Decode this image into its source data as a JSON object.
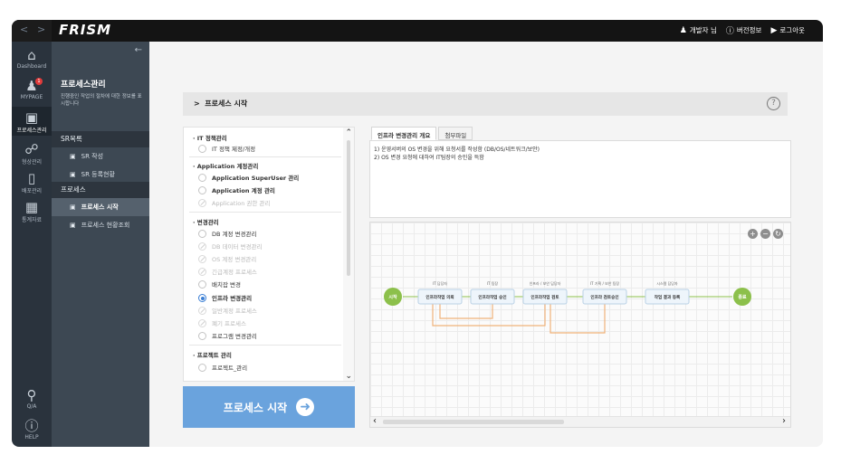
{
  "topbar": {
    "brand": "FRISM",
    "user_label": "개발자 님",
    "version_label": "버전정보",
    "logout_label": "로그아웃"
  },
  "iconbar": {
    "items": [
      {
        "label": "Dashboard",
        "icon": "home-icon"
      },
      {
        "label": "MYPAGE",
        "icon": "user-icon",
        "badge": "1"
      },
      {
        "label": "프로세스관리",
        "icon": "monitor-icon"
      },
      {
        "label": "형상관리",
        "icon": "share-icon"
      },
      {
        "label": "배포관리",
        "icon": "phone-icon"
      },
      {
        "label": "통계자료",
        "icon": "chart-icon"
      },
      {
        "label": "Q/A",
        "icon": "qa-icon"
      },
      {
        "label": "HELP",
        "icon": "help-icon"
      }
    ]
  },
  "sidepanel": {
    "title": "프로세스관리",
    "desc": "진행중인 작업의 절차에 대한 정보를 표시합니다",
    "sections": [
      {
        "label": "SR목록"
      },
      {
        "label": "프로세스"
      }
    ],
    "items": [
      {
        "label": "SR 작성"
      },
      {
        "label": "SR 등록현황"
      },
      {
        "label": "프로세스 시작"
      },
      {
        "label": "프로세스 현황조회"
      }
    ]
  },
  "main": {
    "breadcrumb": "프로세스 시작",
    "help": "?"
  },
  "process_list": {
    "groups": [
      {
        "label": "IT 정책관리"
      },
      {
        "label": "Application 계정관리"
      },
      {
        "label": "변경관리"
      },
      {
        "label": "프로젝트 관리"
      }
    ],
    "items": [
      {
        "label": "IT 정책 제정/개정",
        "state": "enabled"
      },
      {
        "label": "Application SuperUser 관리",
        "state": "enabled"
      },
      {
        "label": "Application 계정 관리",
        "state": "enabled"
      },
      {
        "label": "Application 권한 관리",
        "state": "disabled"
      },
      {
        "label": "DB 계정 변경관리",
        "state": "enabled"
      },
      {
        "label": "DB 데이터 변경관리",
        "state": "disabled"
      },
      {
        "label": "OS 계정 변경관리",
        "state": "disabled"
      },
      {
        "label": "긴급계정 프로세스",
        "state": "disabled"
      },
      {
        "label": "배치잡 변경",
        "state": "enabled"
      },
      {
        "label": "인프라 변경관리",
        "state": "selected"
      },
      {
        "label": "일반계정 프로세스",
        "state": "disabled"
      },
      {
        "label": "폐기 프로세스",
        "state": "disabled"
      },
      {
        "label": "프로그램 변경관리",
        "state": "enabled"
      },
      {
        "label": "프로젝트_관리",
        "state": "enabled"
      }
    ]
  },
  "start_button": {
    "label": "프로세스 시작",
    "icon": "arrow-right-circle-icon"
  },
  "tabs": [
    {
      "label": "인프라 변경관리 개요",
      "active": true
    },
    {
      "label": "첨부파일",
      "active": false
    }
  ],
  "description": {
    "lines": [
      "1) 운영서버의 OS 변경을 위해 요청서를 작성함 (DB/OS/네트워크/보안)",
      "2) OS 변경 요청에 대하여 IT팀장의 승인을 득함"
    ]
  },
  "flow": {
    "start_label": "시작",
    "end_label": "종료",
    "steps": [
      {
        "role": "IT 담당자",
        "label": "인프라작업 의뢰"
      },
      {
        "role": "IT 팀장",
        "label": "인프라작업 승인"
      },
      {
        "role": "인프라 / 보안 담당자",
        "label": "인프라작업 검토"
      },
      {
        "role": "IT 기획 / 보안 팀장",
        "label": "인프라 검토승인"
      },
      {
        "role": "시스템 담당자",
        "label": "작업 결과 등록"
      }
    ],
    "colors": {
      "terminal": "#8cc04b",
      "node_fill": "#eef5fb",
      "node_stroke": "#b9d1e6",
      "forward_line": "#8cc04b",
      "return_line": "#f0b27a"
    },
    "zoom_controls": [
      "+",
      "−",
      "↻"
    ]
  }
}
